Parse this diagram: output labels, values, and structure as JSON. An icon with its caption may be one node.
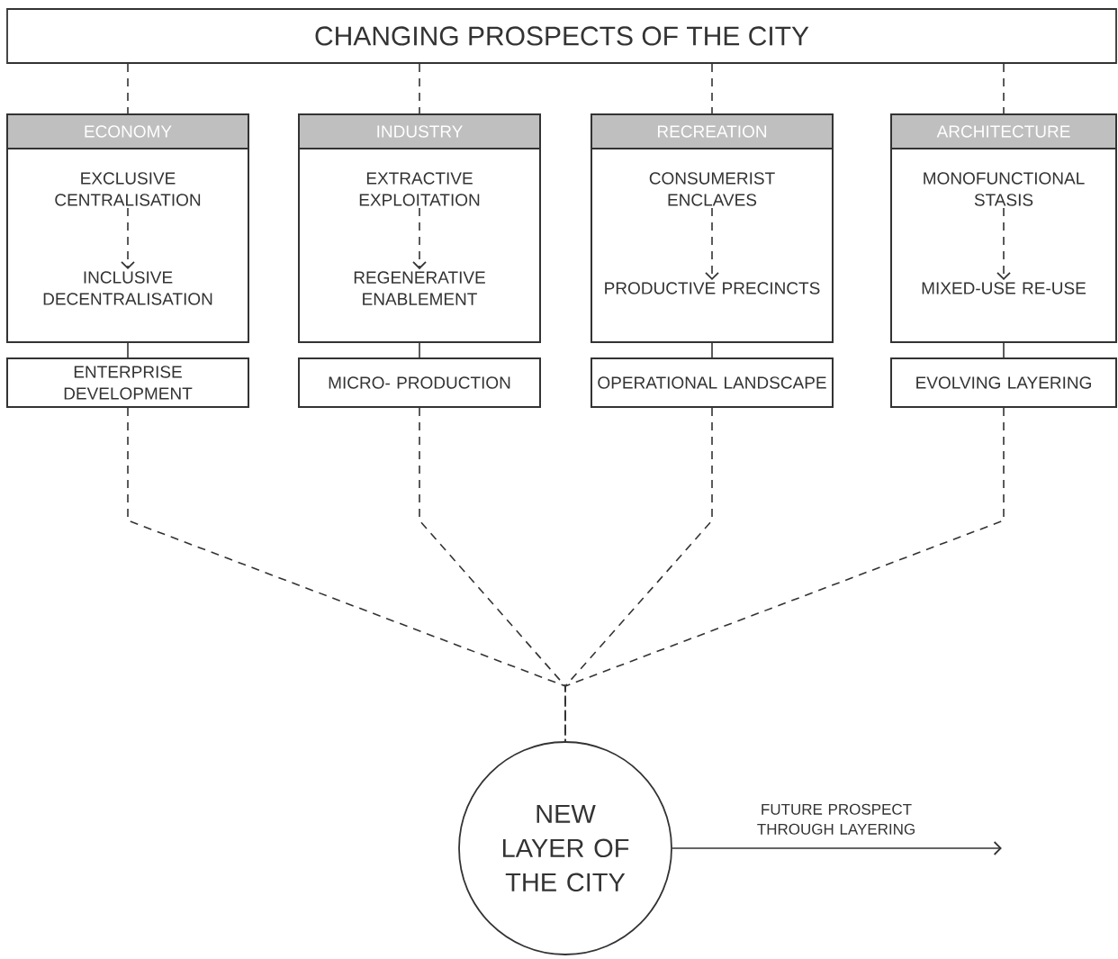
{
  "diagram": {
    "nodes": [
      {
        "text": [
          "CHANGING PROSPECTS OF THE CITY"
        ]
      },
      {
        "text": [
          "ECONOMY"
        ]
      },
      {
        "text": [
          "EXCLUSIVE CENTRALISATION"
        ],
        "in": 1
      },
      {
        "text": [
          "INCLUSIVE DECENTRALISATION"
        ],
        "in": 1
      },
      {
        "text": [
          "ENTERPRISE DEVELOPMENT"
        ]
      },
      {
        "text": [
          "INDUSTRY"
        ]
      },
      {
        "text": [
          "EXTRACTIVE EXPLOITATION"
        ],
        "in": 5
      },
      {
        "text": [
          "REGENERATIVE ENABLEMENT"
        ],
        "in": 5
      },
      {
        "text": [
          "MICRO- PRODUCTION"
        ]
      },
      {
        "text": [
          "RECREATION"
        ]
      },
      {
        "text": [
          "CONSUMERIST ENCLAVES"
        ],
        "in": 9
      },
      {
        "text": [
          "PRODUCTIVE PRECINCTS"
        ],
        "in": 9
      },
      {
        "text": [
          "OPERATIONAL LANDSCAPE"
        ]
      },
      {
        "text": [
          "ARCHITECTURE"
        ]
      },
      {
        "text": [
          "MONOFUNCTIONAL STASIS"
        ],
        "in": 13
      },
      {
        "text": [
          "MIXED-USE RE-USE"
        ],
        "in": 13
      },
      {
        "text": [
          "EVOLVING LAYERING"
        ]
      },
      {
        "text": [
          "NEW LAYER OF THE CITY"
        ]
      }
    ],
    "edges": [
      {
        "from": 0,
        "to": 1,
        "arrow": "none",
        "style": "dashed"
      },
      {
        "from": 2,
        "to": 3,
        "arrow": "to",
        "style": "dashed"
      },
      {
        "from": 1,
        "to": 4,
        "arrow": "none"
      },
      {
        "from": 4,
        "to": 17,
        "arrow": "none",
        "style": "dashed"
      },
      {
        "from": 0,
        "to": 5,
        "arrow": "none",
        "style": "dashed"
      },
      {
        "from": 6,
        "to": 7,
        "arrow": "to",
        "style": "dashed"
      },
      {
        "from": 5,
        "to": 8,
        "arrow": "none"
      },
      {
        "from": 8,
        "to": 17,
        "arrow": "none",
        "style": "dashed"
      },
      {
        "from": 0,
        "to": 9,
        "arrow": "none",
        "style": "dashed"
      },
      {
        "from": 10,
        "to": 11,
        "arrow": "to",
        "style": "dashed"
      },
      {
        "from": 9,
        "to": 12,
        "arrow": "none"
      },
      {
        "from": 12,
        "to": 17,
        "arrow": "none",
        "style": "dashed"
      },
      {
        "from": 0,
        "to": 13,
        "arrow": "none",
        "style": "dashed"
      },
      {
        "from": 14,
        "to": 15,
        "arrow": "to",
        "style": "dashed"
      },
      {
        "from": 13,
        "to": 16,
        "arrow": "none"
      },
      {
        "from": 16,
        "to": 17,
        "arrow": "none",
        "style": "dashed"
      },
      {
        "from": 17,
        "to": null,
        "arrow": "to",
        "label": "FUTURE PROSPECT THROUGH LAYERING"
      }
    ]
  }
}
